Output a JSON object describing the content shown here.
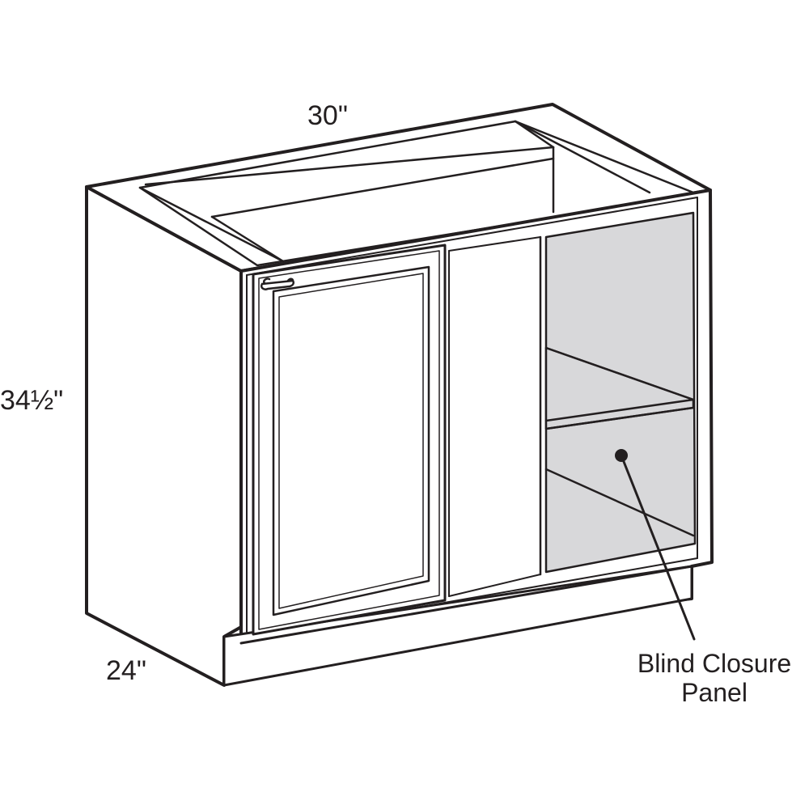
{
  "dimensions": {
    "width": "30\"",
    "height": "34½\"",
    "depth": "24\""
  },
  "callout": {
    "line1": "Blind Closure",
    "line2": "Panel"
  },
  "colors": {
    "line": "#231f20",
    "panel_fill": "#d8d8da",
    "cabinet_fill": "#ffffff"
  }
}
